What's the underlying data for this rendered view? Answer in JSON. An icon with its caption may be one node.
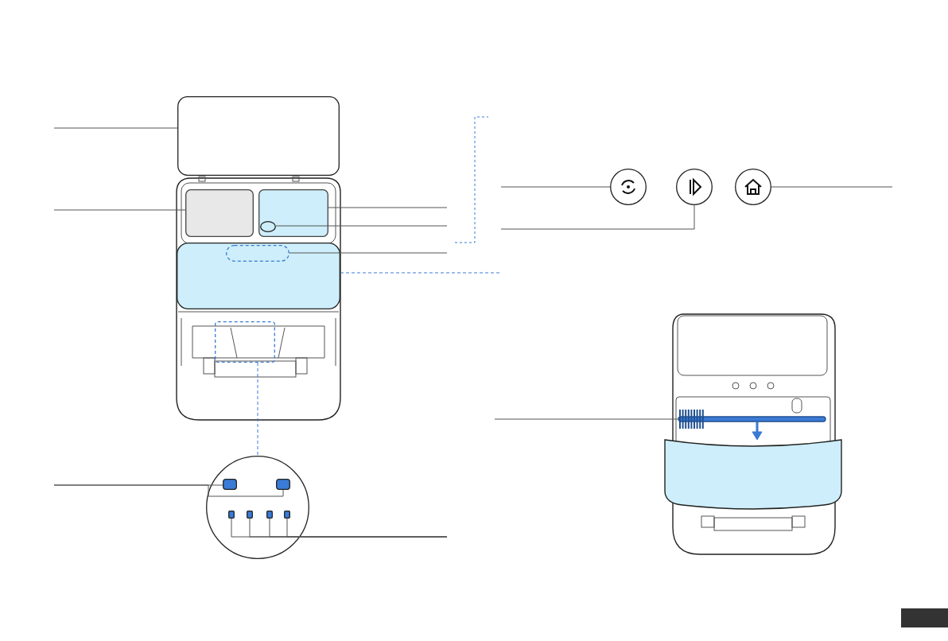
{
  "diagram": {
    "nodes": [
      {
        "text": [],
        "shape": "picture"
      },
      {
        "text": [],
        "shape": "box"
      },
      {
        "text": [],
        "shape": "box",
        "in": 0
      },
      {
        "text": [],
        "shape": "box",
        "in": 0
      },
      {
        "text": [],
        "shape": "circle",
        "in": 3
      },
      {
        "text": [],
        "shape": "box",
        "in": 0
      },
      {
        "text": [],
        "shape": "box",
        "in": 5
      },
      {
        "text": [],
        "shape": "box",
        "in": 0
      },
      {
        "text": [],
        "shape": "circle"
      },
      {
        "text": [],
        "shape": "box",
        "in": 8
      },
      {
        "text": [],
        "shape": "box",
        "in": 8
      },
      {
        "text": [],
        "shape": "box",
        "in": 8
      },
      {
        "text": [],
        "shape": "box",
        "in": 8
      },
      {
        "text": [],
        "shape": "box",
        "in": 8
      },
      {
        "text": [],
        "shape": "box",
        "in": 8
      },
      {
        "text": [],
        "shape": "circle"
      },
      {
        "text": [],
        "shape": "circle"
      },
      {
        "text": [],
        "shape": "circle"
      },
      {
        "text": [],
        "shape": "picture"
      },
      {
        "text": [],
        "shape": "bar",
        "in": 18
      }
    ],
    "edges": [
      {
        "from": null,
        "to": 1,
        "arrow": "none"
      },
      {
        "from": null,
        "to": 2,
        "arrow": "none"
      },
      {
        "from": null,
        "to": 3,
        "arrow": "none"
      },
      {
        "from": null,
        "to": 4,
        "arrow": "none"
      },
      {
        "from": null,
        "to": 6,
        "arrow": "none"
      },
      {
        "from": null,
        "to": 5,
        "arrow": "none",
        "style": "dashed",
        "color": "#3a7bd5"
      },
      {
        "from": 7,
        "to": 8,
        "arrow": "none",
        "style": "dashed",
        "color": "#3a7bd5"
      },
      {
        "from": null,
        "to": 9,
        "arrow": "none"
      },
      {
        "from": null,
        "to": 10,
        "arrow": "none"
      },
      {
        "from": null,
        "to": 11,
        "arrow": "none"
      },
      {
        "from": null,
        "to": 12,
        "arrow": "none"
      },
      {
        "from": null,
        "to": 13,
        "arrow": "none"
      },
      {
        "from": null,
        "to": 14,
        "arrow": "none"
      },
      {
        "from": null,
        "to": 15,
        "arrow": "none"
      },
      {
        "from": null,
        "to": 16,
        "arrow": "none"
      },
      {
        "from": null,
        "to": 17,
        "arrow": "none"
      },
      {
        "from": null,
        "to": 19,
        "arrow": "none"
      }
    ]
  }
}
